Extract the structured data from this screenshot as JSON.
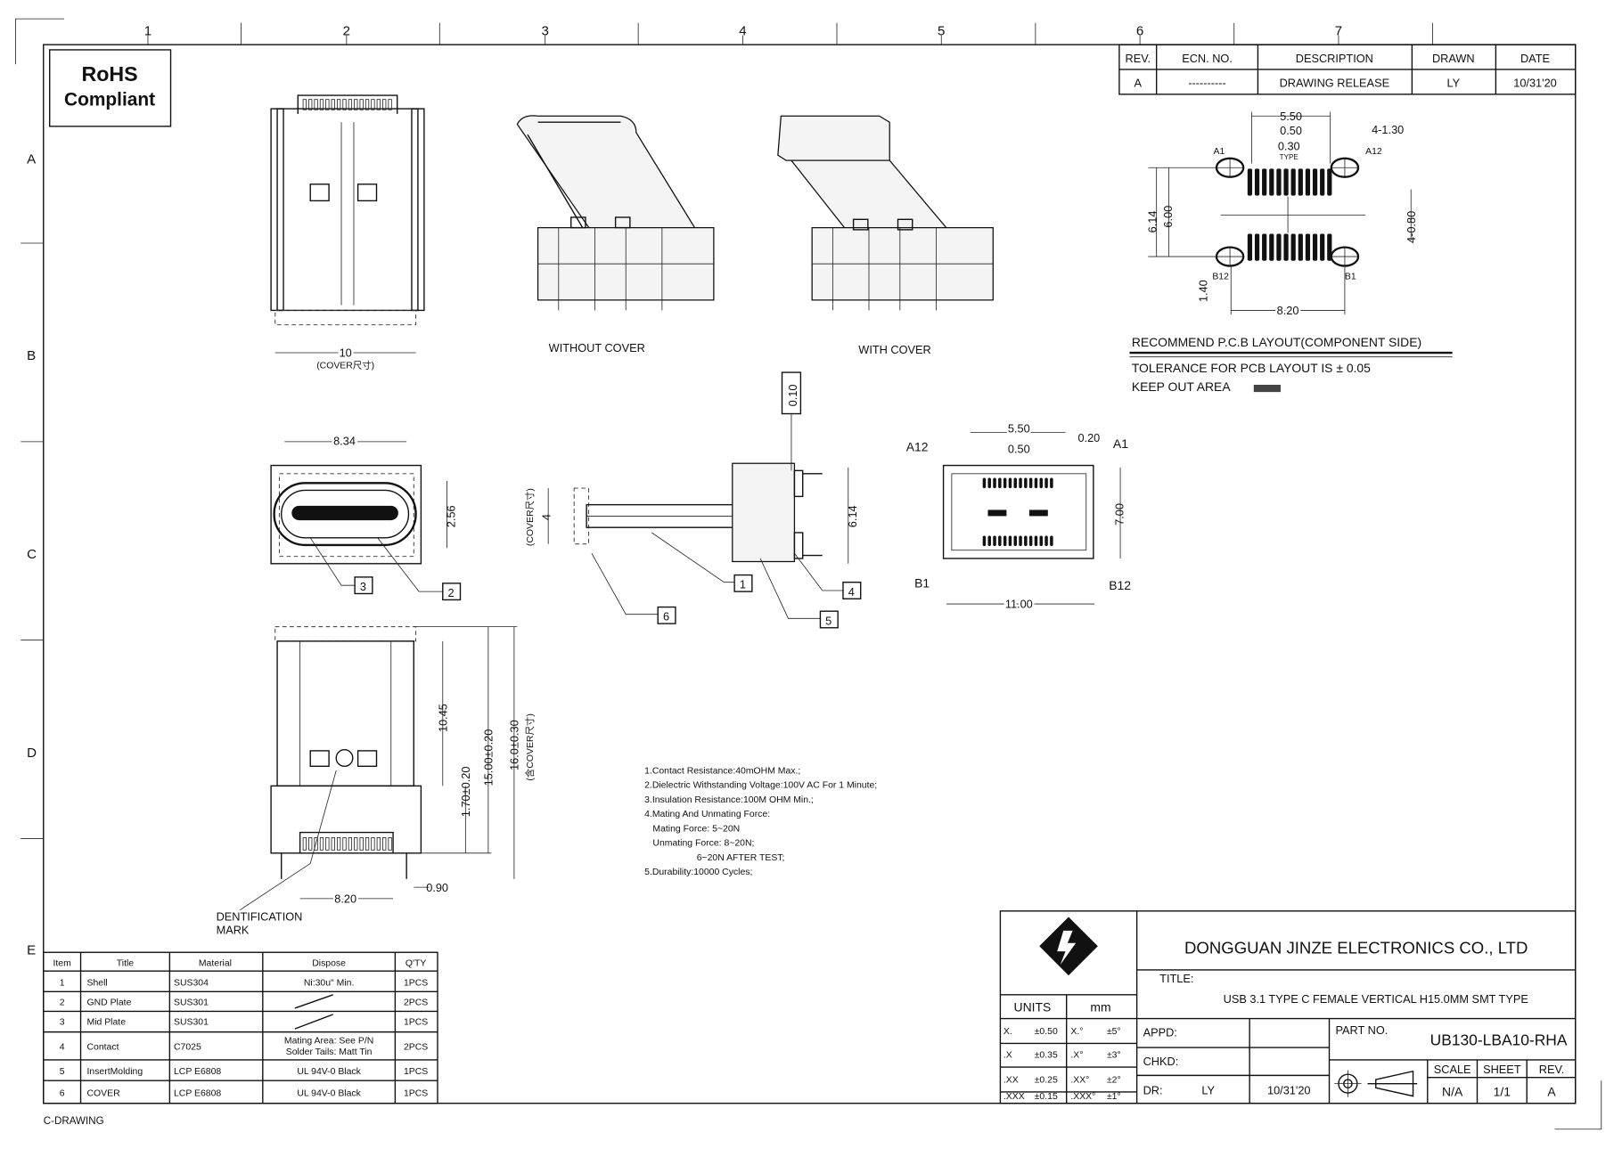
{
  "ruler": {
    "columns": [
      "1",
      "2",
      "3",
      "4",
      "5",
      "6",
      "7"
    ],
    "rows": [
      "A",
      "B",
      "C",
      "D",
      "E"
    ]
  },
  "rohs": {
    "line1": "RoHS",
    "line2": "Compliant"
  },
  "revision_table": {
    "headers": [
      "REV.",
      "ECN. NO.",
      "DESCRIPTION",
      "DRAWN",
      "DATE"
    ],
    "row": [
      "A",
      "----------",
      "DRAWING RELEASE",
      "LY",
      "10/31'20"
    ]
  },
  "pcb_layout": {
    "dims": [
      "5.50",
      "0.50",
      "0.30",
      "TYPE",
      "4-1.30",
      "6.14",
      "6.00",
      "4-0.80",
      "1.40",
      "8.20"
    ],
    "pins": [
      "A1",
      "A12",
      "B12",
      "B1"
    ],
    "heading": "RECOMMEND P.C.B LAYOUT(COMPONENT SIDE)",
    "tolerance": "TOLERANCE FOR PCB LAYOUT IS ± 0.05",
    "keepout": "KEEP OUT AREA"
  },
  "views": {
    "without_cover": "WITHOUT COVER",
    "with_cover": "WITH COVER",
    "top_dim": "10",
    "cover_note": "(COVER尺寸)",
    "front_dims": [
      "8.34",
      "2.56"
    ],
    "side_dims": [
      "4",
      "6.14",
      "0.10"
    ],
    "side_cover_note": "(COVER尺寸)",
    "bottom_pin_dims": [
      "5.50",
      "0.50",
      "0.20",
      "7.00",
      "11.00"
    ],
    "bottom_pins": [
      "A12",
      "A1",
      "B1",
      "B12"
    ],
    "lower_dims": [
      "10.45",
      "1.70±0.20",
      "15.00±0.20",
      "16.0±0.30",
      "8.20",
      "0.90"
    ],
    "lower_cover_note": "(含COVER尺寸)",
    "id_mark": [
      "DENTIFICATION",
      "MARK"
    ],
    "callouts": [
      "1",
      "2",
      "3",
      "4",
      "5",
      "6"
    ]
  },
  "notes": [
    "1.Contact Resistance:40mOHM Max.;",
    "2.Dielectric Withstanding Voltage:100V AC For 1 Minute;",
    "3.Insulation Resistance:100M OHM Min.;",
    "4.Mating And Unmating Force:",
    "  Mating Force: 5~20N",
    "  Unmating Force: 8~20N;",
    "                 6~20N AFTER TEST;",
    "5.Durability:10000 Cycles;"
  ],
  "bom": {
    "headers": [
      "Item",
      "Title",
      "Material",
      "Dispose",
      "Q'TY"
    ],
    "rows": [
      [
        "1",
        "Shell",
        "SUS304",
        "Ni:30u\" Min.",
        "1PCS"
      ],
      [
        "2",
        "GND Plate",
        "SUS301",
        "",
        "2PCS"
      ],
      [
        "3",
        "Mid Plate",
        "SUS301",
        "",
        "1PCS"
      ],
      [
        "4",
        "Contact",
        "C7025",
        "Mating Area: See P/N|Solder Tails: Matt Tin",
        "2PCS"
      ],
      [
        "5",
        "InsertMolding",
        "LCP E6808",
        "UL 94V-0 Black",
        "1PCS"
      ],
      [
        "6",
        "COVER",
        "LCP E6808",
        "UL 94V-0 Black",
        "1PCS"
      ]
    ]
  },
  "footer_label": "C-DRAWING",
  "title_block": {
    "company": "DONGGUAN JINZE ELECTRONICS CO., LTD",
    "title_label": "TITLE:",
    "title": "USB 3.1 TYPE C FEMALE VERTICAL H15.0MM SMT TYPE",
    "units_label": "UNITS",
    "units": "mm",
    "tolerances": [
      [
        "X.",
        "±0.50",
        "X.°",
        "±5°"
      ],
      [
        ".X",
        "±0.35",
        ".X°",
        "±3°"
      ],
      [
        ".XX",
        "±0.25",
        ".XX°",
        "±2°"
      ],
      [
        ".XXX",
        "±0.15",
        ".XXX°",
        "±1°"
      ]
    ],
    "appd": "APPD:",
    "chkd": "CHKD:",
    "dr": "DR:",
    "drawn_by": "LY",
    "date": "10/31'20",
    "part_no_label": "PART NO.",
    "part_no": "UB130-LBA10-RHA",
    "scale_label": "SCALE",
    "sheet_label": "SHEET",
    "rev_label": "REV.",
    "scale": "N/A",
    "sheet": "1/1",
    "rev": "A"
  }
}
